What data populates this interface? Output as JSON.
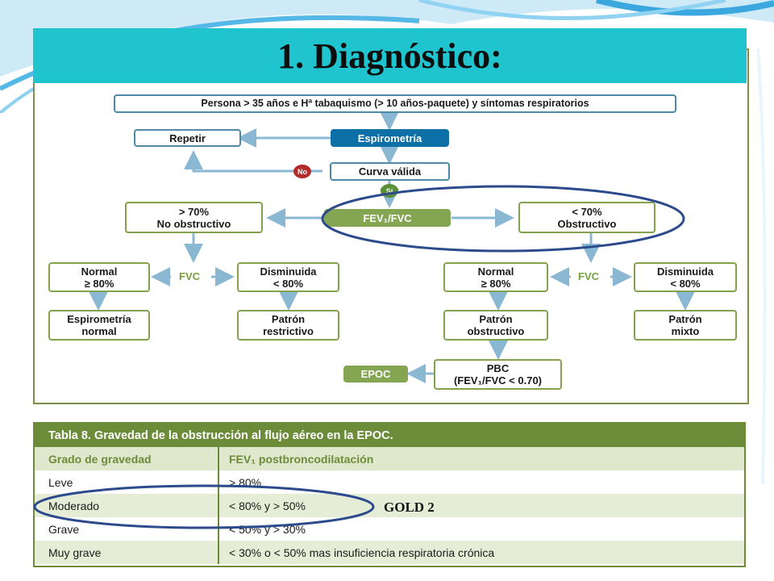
{
  "slide": {
    "title": "1. Diagnóstico:"
  },
  "flowchart": {
    "start": "Persona > 35 años e Hª tabaquismo (> 10 años-paquete) y síntomas respiratorios",
    "repeat": "Repetir",
    "spirometry": "Espirometría",
    "valid_curve": "Curva válida",
    "no_badge": "No",
    "yes_badge": "Sí",
    "ratio": "FEV₁/FVC",
    "non_obstructive": [
      "> 70%",
      "No obstructivo"
    ],
    "obstructive": [
      "< 70%",
      "Obstructivo"
    ],
    "fvc_left": "FVC",
    "fvc_right": "FVC",
    "normal_left": [
      "Normal",
      "≥ 80%"
    ],
    "decreased_left": [
      "Disminuida",
      "< 80%"
    ],
    "normal_right": [
      "Normal",
      "≥ 80%"
    ],
    "decreased_right": [
      "Disminuida",
      "< 80%"
    ],
    "normal_spirometry": [
      "Espirometría",
      "normal"
    ],
    "restrictive": [
      "Patrón",
      "restrictivo"
    ],
    "obstructive_pattern": [
      "Patrón",
      "obstructivo"
    ],
    "mixed": [
      "Patrón",
      "mixto"
    ],
    "pbc": [
      "PBC",
      "(FEV₁/FVC < 0.70)"
    ],
    "epoc": "EPOC"
  },
  "severity_table": {
    "caption": "Tabla 8. Gravedad de la obstrucción al flujo aéreo en la EPOC.",
    "headers": [
      "Grado de gravedad",
      "FEV₁ postbroncodilatación"
    ],
    "rows": [
      [
        "Leve",
        "> 80%"
      ],
      [
        "Moderado",
        "< 80% y > 50%"
      ],
      [
        "Grave",
        "< 50% y > 30%"
      ],
      [
        "Muy grave",
        "< 30% o < 50% mas insuficiencia respiratoria crónica"
      ]
    ]
  },
  "annotation": {
    "gold": "GOLD 2"
  },
  "colors": {
    "title_bar": "#1fc4cf",
    "table_header": "#6c8c3a",
    "highlight_ellipse": "#2c4a8c",
    "spirometry_fill": "#0c6fa6",
    "ratio_fill": "#84a551"
  }
}
